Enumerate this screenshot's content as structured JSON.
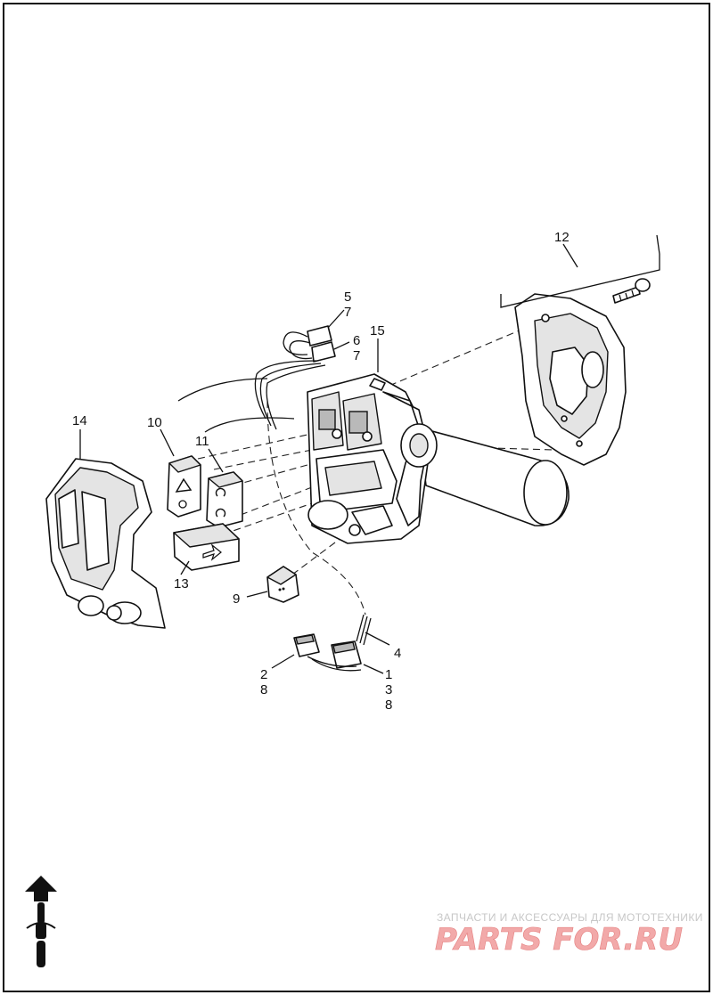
{
  "diagram": {
    "callouts": {
      "c1": "1",
      "c2": "2",
      "c3": "3",
      "c4": "4",
      "c5": "5",
      "c6": "6",
      "c7a": "7",
      "c7b": "7",
      "c8a": "8",
      "c8b": "8",
      "c9": "9",
      "c10": "10",
      "c11": "11",
      "c12": "12",
      "c13": "13",
      "c14": "14",
      "c15": "15"
    },
    "orientation_icon": "motorcycle-forward-arrow-icon"
  },
  "watermark": {
    "tagline": "ЗАПЧАСТИ И АКСЕССУАРЫ ДЛЯ МОТОТЕХНИКИ",
    "logo_text": "PARTS FOR.RU"
  },
  "colors": {
    "line": "#111111",
    "watermark_red": "#e47f7f",
    "watermark_gray": "#c7c7c7"
  }
}
